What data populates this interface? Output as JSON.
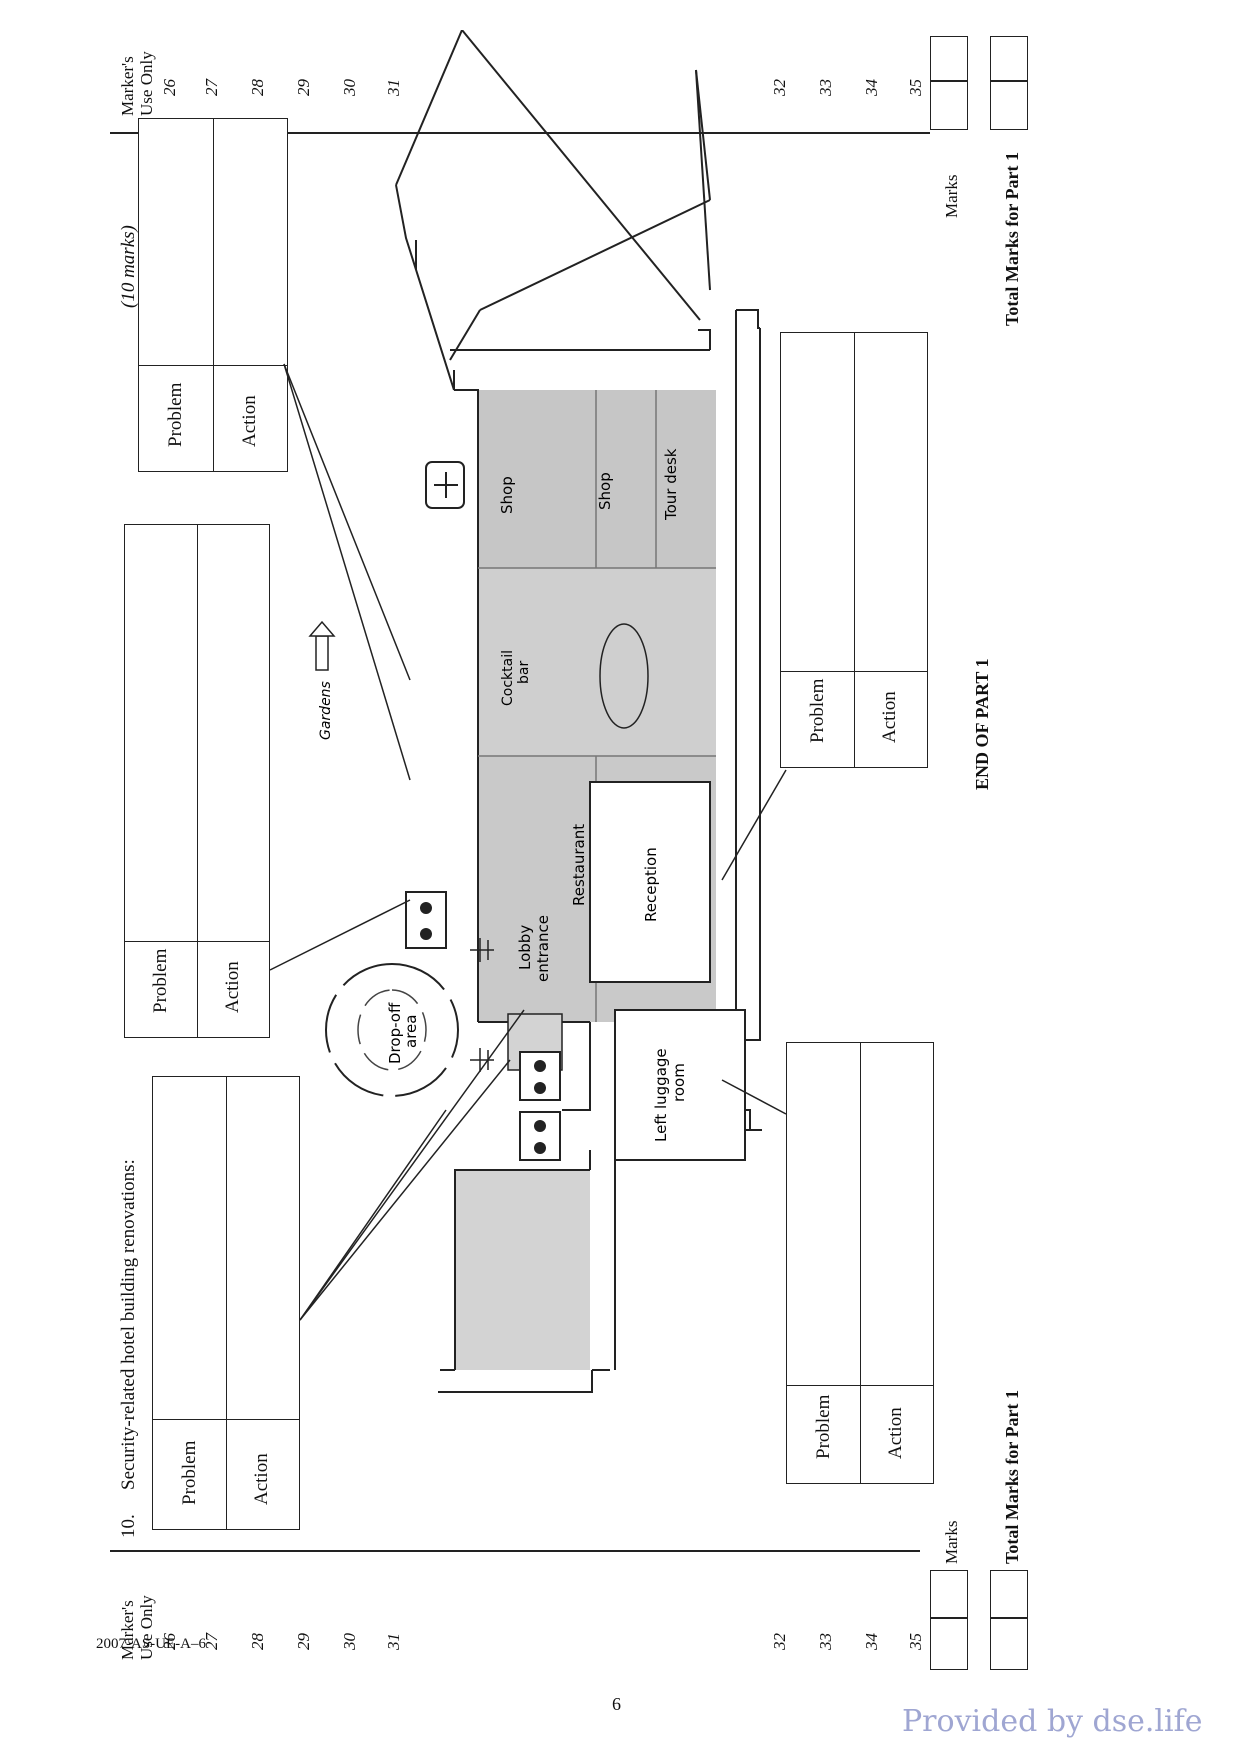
{
  "marker": {
    "heading_line1": "Marker's",
    "heading_line2": "Use Only",
    "numbers_top": [
      "26",
      "27",
      "28",
      "29",
      "30",
      "31"
    ],
    "numbers_bottom": [
      "32",
      "33",
      "34",
      "35"
    ]
  },
  "question": {
    "number": "10.",
    "title": "Security-related hotel building renovations:",
    "marks": "(10 marks)"
  },
  "answer_box": {
    "problem_label": "Problem",
    "action_label": "Action"
  },
  "floorplan": {
    "gardens": "Gardens",
    "drop_off_line1": "Drop-off",
    "drop_off_line2": "area",
    "lobby_line1": "Lobby",
    "lobby_line2": "entrance",
    "left_luggage_line1": "Left luggage",
    "left_luggage_line2": "room",
    "reception": "Reception",
    "restaurant": "Restaurant",
    "cocktail_line1": "Cocktail",
    "cocktail_line2": "bar",
    "shop_1": "Shop",
    "shop_2": "Shop",
    "tour_desk": "Tour desk"
  },
  "totals": {
    "marks_label": "Marks",
    "total_label": "Total Marks for Part 1"
  },
  "end_label": "END OF PART 1",
  "footer": {
    "code": "2007-AS-UE-A–6",
    "page": "6",
    "provided": "Provided by dse.life"
  },
  "colors": {
    "shade": "#c9c9c9",
    "watermark": "#9fa6d2"
  }
}
